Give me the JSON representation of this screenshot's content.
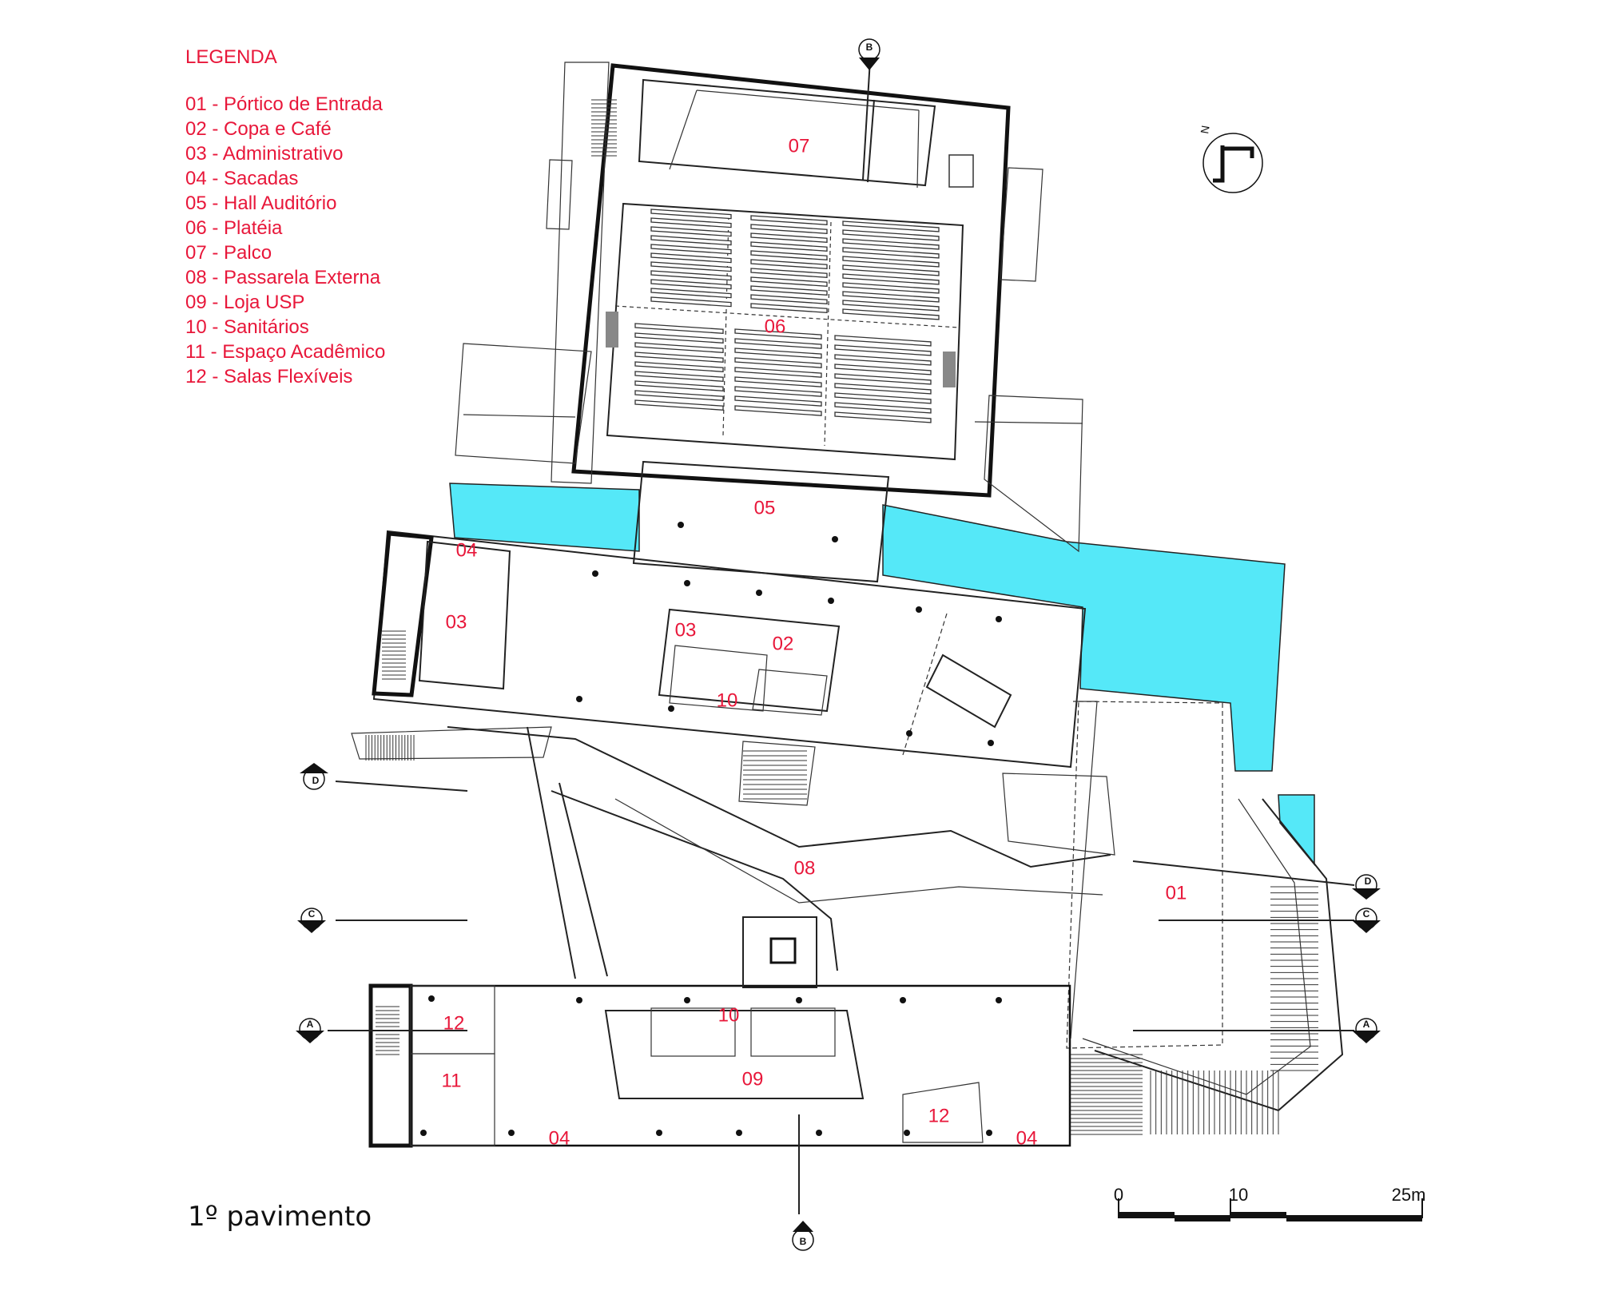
{
  "legend": {
    "title": "LEGENDA",
    "items": [
      "01 - Pórtico de Entrada",
      "02 - Copa e Café",
      "03 - Administrativo",
      "04 - Sacadas",
      "05 - Hall Auditório",
      "06 - Platéia",
      "07 - Palco",
      "08 - Passarela Externa",
      "09 - Loja USP",
      "10 - Sanitários",
      "11 - Espaço Acadêmico",
      "12 - Salas Flexíveis"
    ]
  },
  "plan_title": "1º pavimento",
  "room_labels": {
    "palco": "07",
    "plateia": "06",
    "hall": "05",
    "sacada_top": "04",
    "admin_left": "03",
    "admin_center": "03",
    "copa": "02",
    "sanitarios_top": "10",
    "passarela": "08",
    "portico": "01",
    "sanitarios_bottom": "10",
    "salas_left": "12",
    "espaco": "11",
    "loja": "09",
    "salas_right": "12",
    "sacada_bottom_left": "04",
    "sacada_bottom_right": "04"
  },
  "section_markers": {
    "b_top": "B",
    "b_bottom": "B",
    "d_left": "D",
    "d_right": "D",
    "c_left": "C",
    "c_right": "C",
    "a_left": "A",
    "a_right": "A"
  },
  "north_label": "N",
  "scale": {
    "zero": "0",
    "mid": "10",
    "end": "25m"
  },
  "colors": {
    "label_red": "#e8173a",
    "water_cyan": "#55e8f8",
    "line": "#111111"
  }
}
